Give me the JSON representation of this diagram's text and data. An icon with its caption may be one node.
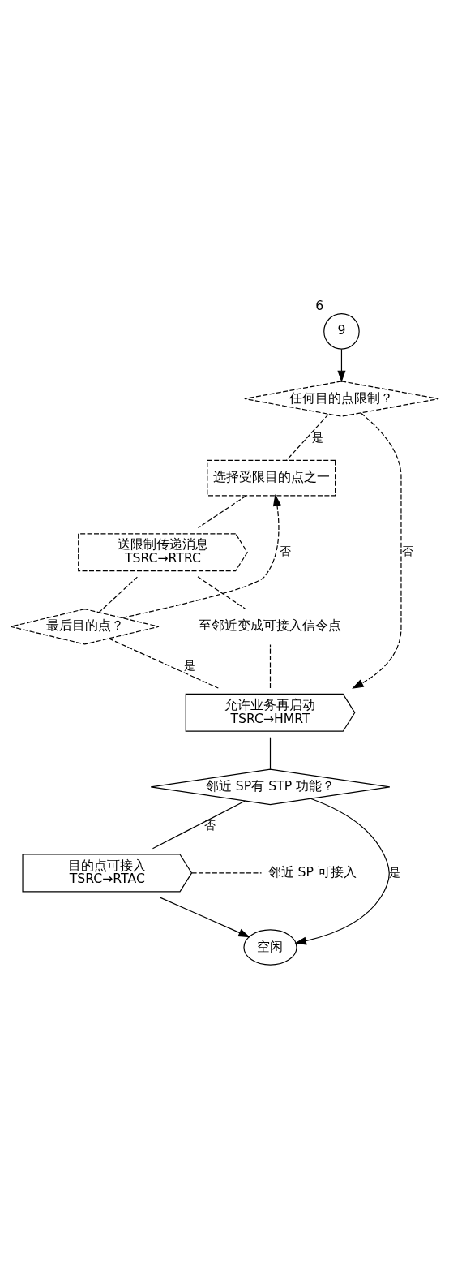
{
  "diagram": {
    "nodes": [
      {
        "text": [
          "9"
        ],
        "beside": [
          "6"
        ]
      },
      {
        "text": [
          "任何目的点限制？"
        ]
      },
      {
        "text": [
          "选择受限目的点之一"
        ]
      },
      {
        "text": [
          "送限制传递消息",
          "TSRC→RTRC"
        ]
      },
      {
        "text": [
          "最后目的点？"
        ]
      },
      {
        "text": [
          "允许业务再启动",
          "TSRC→HMRT"
        ]
      },
      {
        "text": [
          "邻近 SP有 STP 功能？"
        ]
      },
      {
        "text": [
          "目的点可接入",
          "TSRC→RTAC"
        ]
      },
      {
        "text": [
          "空闲"
        ]
      },
      {
        "text": [
          "至邻近变成可接入信令点"
        ]
      },
      {
        "text": [
          "邻近 SP 可接入"
        ]
      }
    ],
    "edges": [
      {
        "from": 0,
        "to": 1,
        "arrow": "to"
      },
      {
        "from": 1,
        "to": 2,
        "arrow": "none",
        "label": "是",
        "style": "dashed"
      },
      {
        "from": 1,
        "to": 5,
        "arrow": "to",
        "label": "否",
        "style": "dashed"
      },
      {
        "from": 2,
        "to": 3,
        "arrow": "none",
        "style": "dashed"
      },
      {
        "from": 3,
        "to": 4,
        "arrow": "none",
        "style": "dashed"
      },
      {
        "from": 4,
        "to": 2,
        "arrow": "to",
        "label": "否",
        "style": "dashed"
      },
      {
        "from": 4,
        "to": 5,
        "arrow": "none",
        "label": "是",
        "style": "dashed"
      },
      {
        "from": 3,
        "to": 9,
        "arrow": "none",
        "style": "dashed"
      },
      {
        "from": 5,
        "to": 9,
        "arrow": "none",
        "style": "dashed"
      },
      {
        "from": 5,
        "to": 6,
        "arrow": "none"
      },
      {
        "from": 6,
        "to": 8,
        "arrow": "to",
        "label": "是"
      },
      {
        "from": 6,
        "to": 7,
        "arrow": "none",
        "label": "否"
      },
      {
        "from": 7,
        "to": 8,
        "arrow": "to"
      },
      {
        "from": 7,
        "to": 10,
        "arrow": "none",
        "style": "dashed"
      }
    ]
  }
}
